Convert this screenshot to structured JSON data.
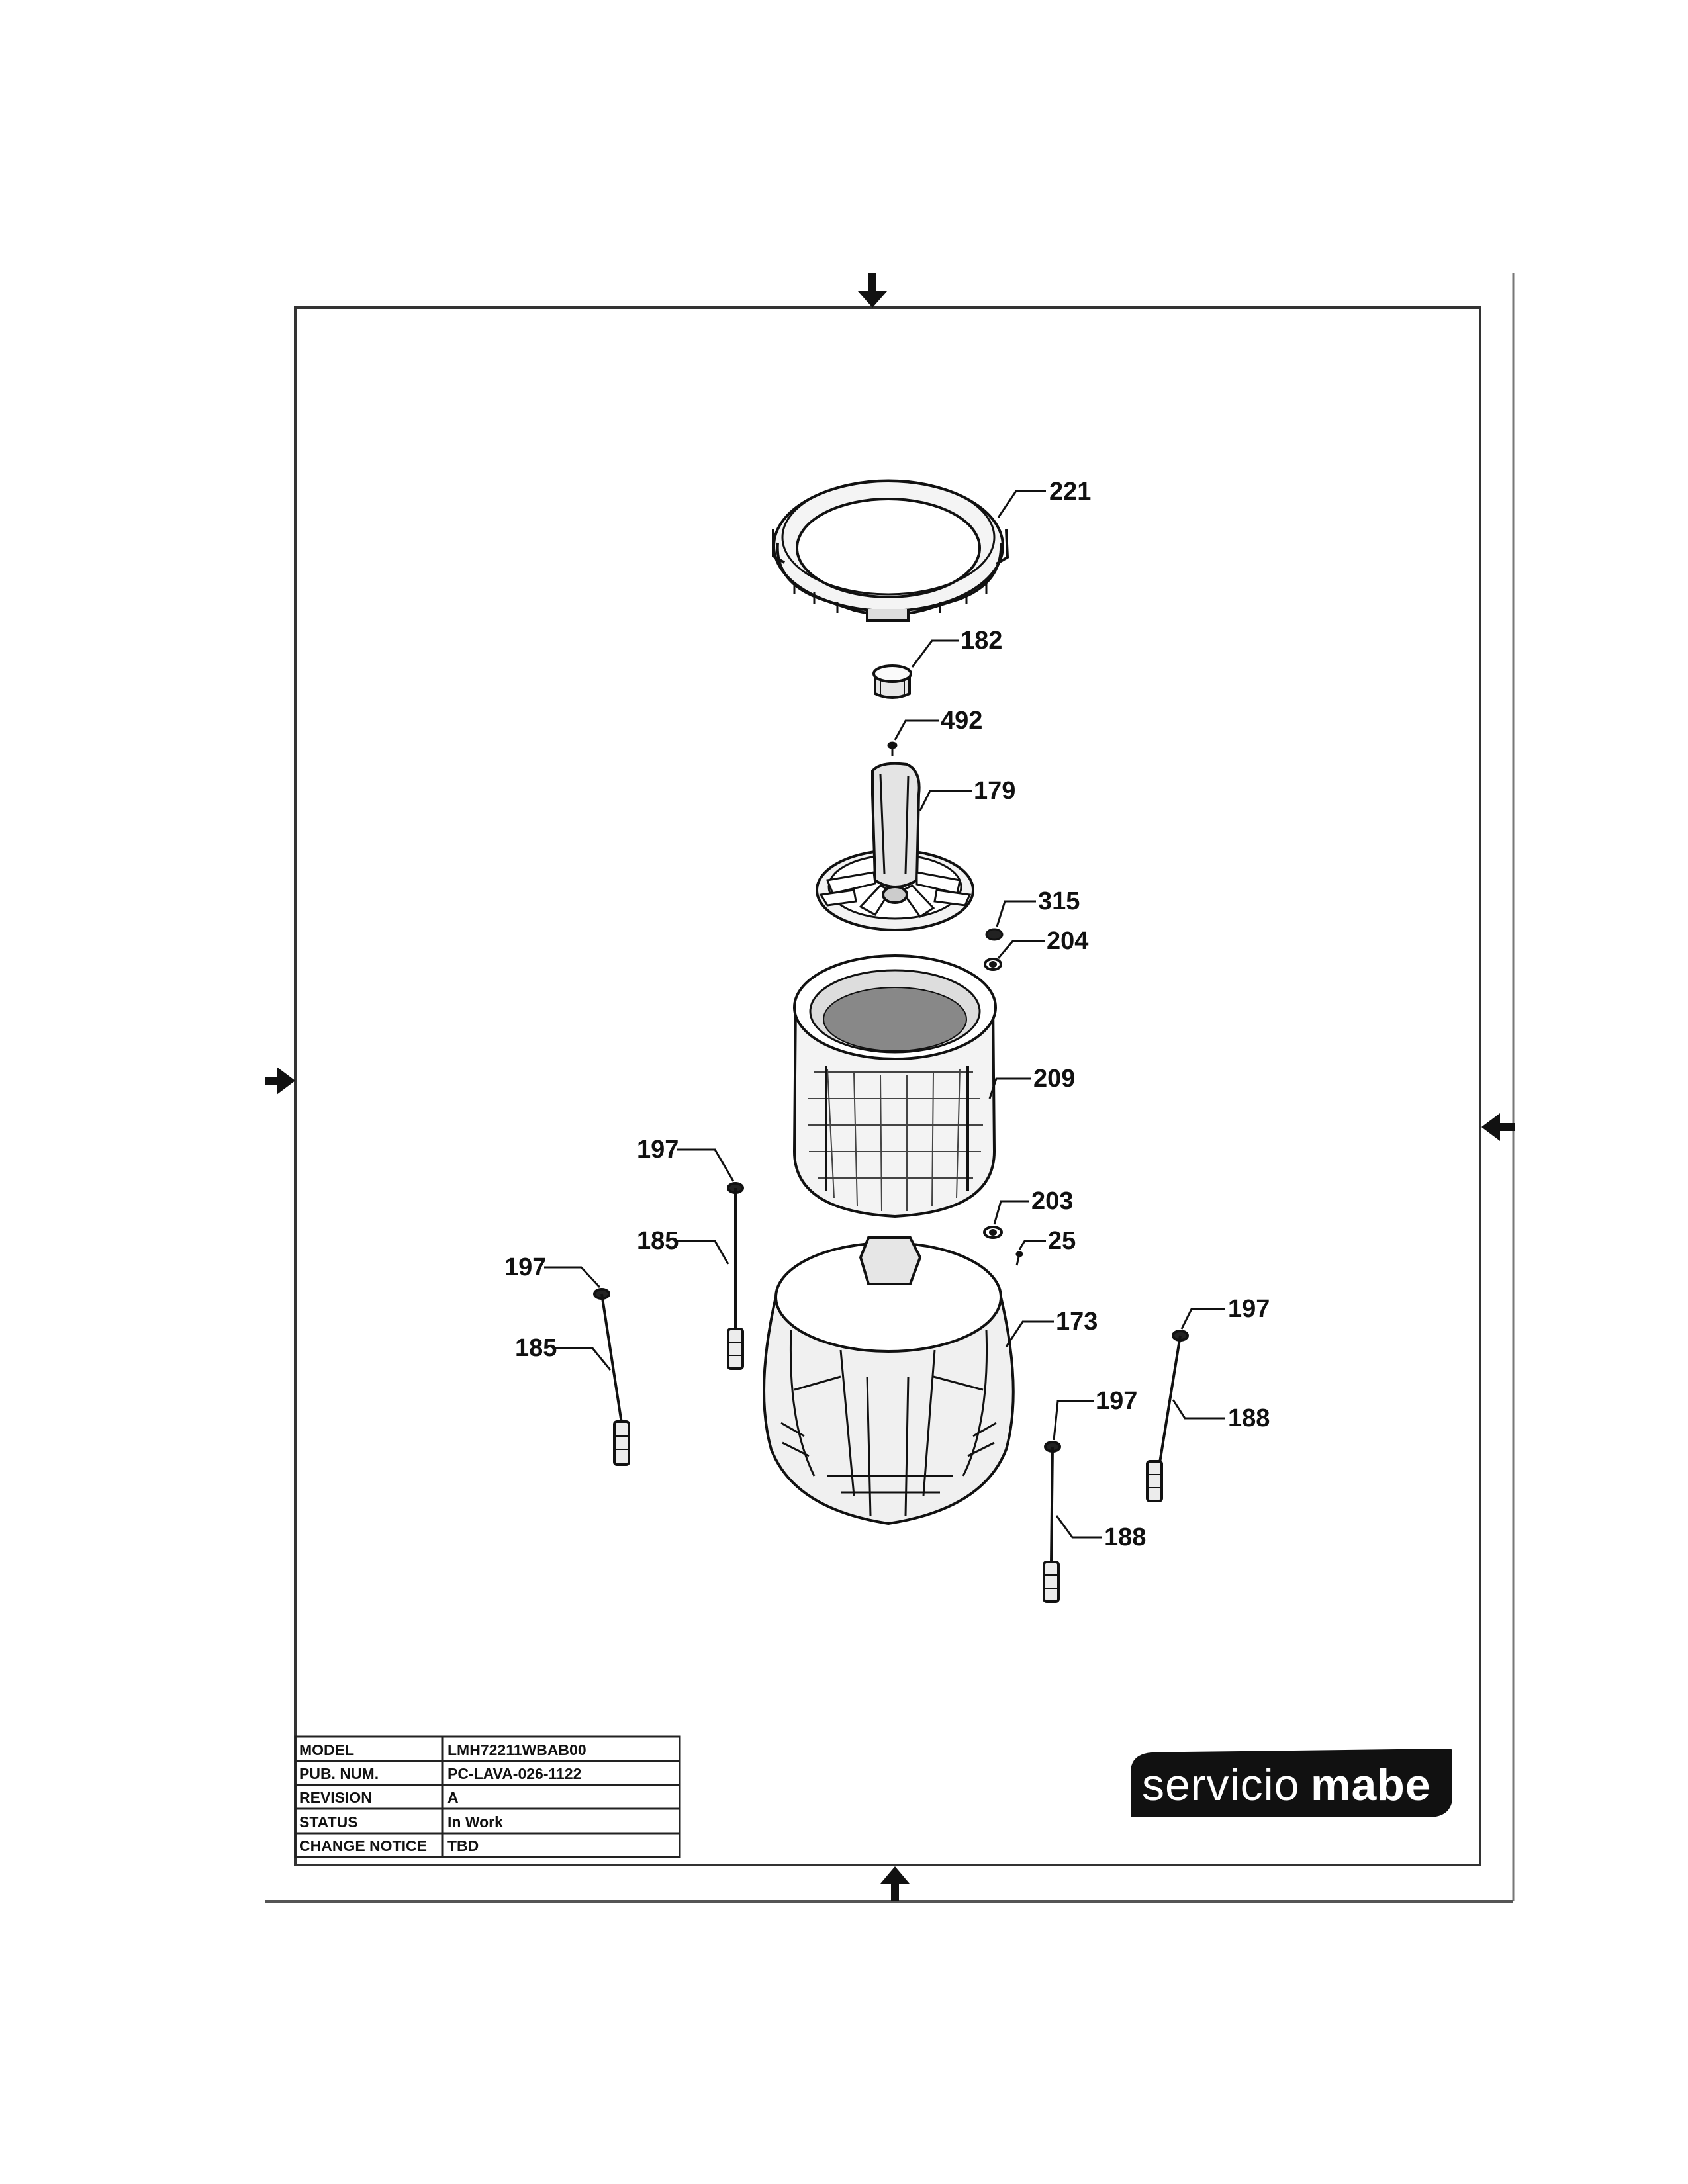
{
  "callouts": {
    "c221": "221",
    "c182": "182",
    "c492": "492",
    "c179": "179",
    "c315": "315",
    "c204": "204",
    "c209": "209",
    "c203": "203",
    "c25": "25",
    "c173": "173",
    "c197a": "197",
    "c185a": "185",
    "c197b": "197",
    "c185b": "185",
    "c197c": "197",
    "c188a": "188",
    "c197d": "197",
    "c188b": "188"
  },
  "title_block": {
    "rows": [
      {
        "label": "MODEL",
        "value": "LMH72211WBAB00"
      },
      {
        "label": "PUB. NUM.",
        "value": "PC-LAVA-026-1122"
      },
      {
        "label": "REVISION",
        "value": "A"
      },
      {
        "label": "STATUS",
        "value": "In Work"
      },
      {
        "label": "CHANGE NOTICE",
        "value": "TBD"
      }
    ]
  },
  "logo": {
    "word1": "servicio",
    "word2": "mabe"
  }
}
